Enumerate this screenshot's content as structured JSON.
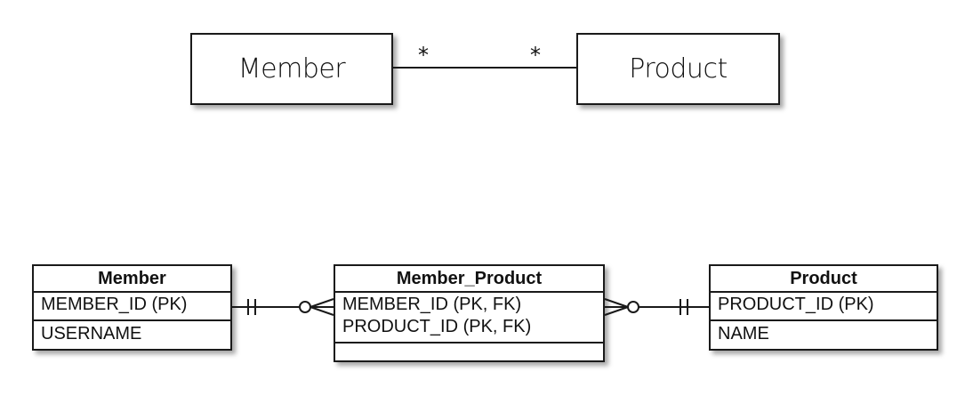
{
  "uml": {
    "left_entity": "Member",
    "right_entity": "Product",
    "left_multiplicity": "*",
    "right_multiplicity": "*"
  },
  "erd": {
    "member": {
      "title": "Member",
      "rows": [
        "MEMBER_ID (PK)",
        "USERNAME"
      ]
    },
    "member_product": {
      "title": "Member_Product",
      "rows": [
        "MEMBER_ID (PK, FK)",
        "PRODUCT_ID (PK, FK)"
      ]
    },
    "product": {
      "title": "Product",
      "rows": [
        "PRODUCT_ID (PK)",
        "NAME"
      ]
    }
  },
  "relationships": [
    {
      "from": "Member",
      "to": "Member_Product",
      "from_cardinality": "exactly-one",
      "to_cardinality": "zero-or-many"
    },
    {
      "from": "Product",
      "to": "Member_Product",
      "from_cardinality": "exactly-one",
      "to_cardinality": "zero-or-many"
    }
  ],
  "colors": {
    "stroke": "#1a1a1a",
    "background": "#ffffff"
  }
}
